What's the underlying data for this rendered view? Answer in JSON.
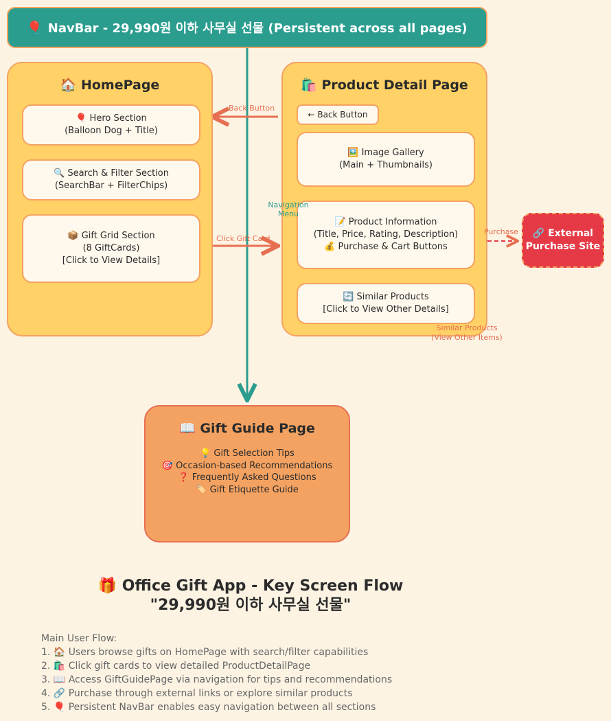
{
  "navbar": {
    "icon": "🎈",
    "label": "NavBar - 29,990원 이하 사무실 선물 (Persistent across all pages)"
  },
  "homepage": {
    "icon": "🏠",
    "title": "HomePage",
    "cards": [
      {
        "icon": "🎈",
        "line1": "Hero Section",
        "line2": "(Balloon Dog + Title)",
        "line3": ""
      },
      {
        "icon": "🔍",
        "line1": "Search & Filter Section",
        "line2": "(SearchBar + FilterChips)",
        "line3": ""
      },
      {
        "icon": "📦",
        "line1": "Gift Grid Section",
        "line2": "(8 GiftCards)",
        "line3": "[Click to View Details]"
      }
    ]
  },
  "product_detail": {
    "icon": "🛍️",
    "title": "Product Detail Page",
    "back_button": "← Back Button",
    "cards": [
      {
        "icon": "🖼️",
        "line1": "Image Gallery",
        "line2": "(Main + Thumbnails)",
        "line3": ""
      },
      {
        "icon": "📝",
        "line1": "Product Information",
        "line2": "(Title, Price, Rating, Description)",
        "line3": "💰 Purchase & Cart Buttons"
      },
      {
        "icon": "🔄",
        "line1": "Similar Products",
        "line2": "[Click to View Other Details]",
        "line3": ""
      }
    ]
  },
  "external": {
    "icon": "🔗",
    "line1": "External",
    "line2": "Purchase Site"
  },
  "gift_guide": {
    "icon": "📖",
    "title": "Gift Guide Page",
    "items": [
      "💡 Gift Selection Tips",
      "🎯 Occasion-based Recommendations",
      "❓ Frequently Asked Questions",
      "🏷️ Gift Etiquette Guide"
    ]
  },
  "edges": {
    "back_button": "Back Button",
    "click_gift_card": "Click Gift Card",
    "navigation_menu_1": "Navigation",
    "navigation_menu_2": "Menu",
    "purchase": "Purchase",
    "similar_1": "Similar Products",
    "similar_2": "(View Other Items)"
  },
  "footer": {
    "icon": "🎁",
    "title": "Office Gift App - Key Screen Flow",
    "subtitle": "\"29,990원 이하 사무실 선물\""
  },
  "notes": {
    "heading": "Main User Flow:",
    "items": [
      "1. 🏠 Users browse gifts on HomePage with search/filter capabilities",
      "2. 🛍️ Click gift cards to view detailed ProductDetailPage",
      "3. 📖 Access GiftGuidePage via navigation for tips and recommendations",
      "4. 🔗 Purchase through external links or explore similar products",
      "5. 🎈 Persistent NavBar enables easy navigation between all sections"
    ]
  },
  "colors": {
    "background": "#fcf3e3",
    "navbar": "#2a9d8f",
    "panel": "#ffd166",
    "border": "#f4a261",
    "guide": "#f4a261",
    "external": "#e63946",
    "arrow": "#e76f51"
  }
}
